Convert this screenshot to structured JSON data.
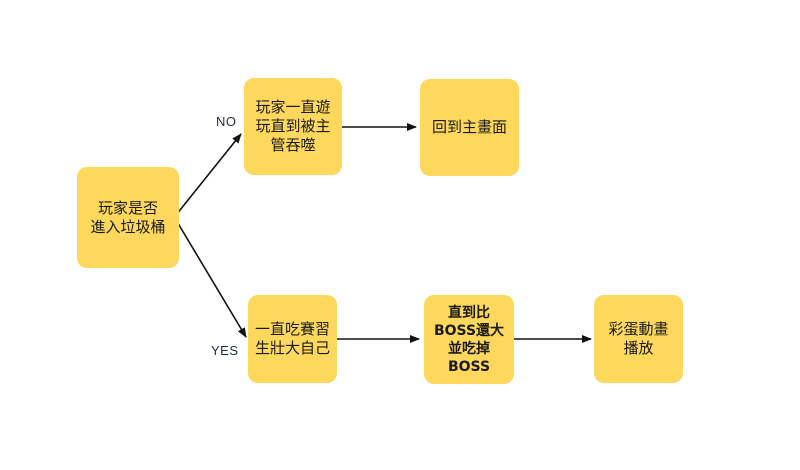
{
  "nodes": {
    "start": {
      "text": "玩家是否\n進入垃圾桶"
    },
    "no_branch": {
      "text": "玩家一直遊\n玩直到被主\n管吞噬"
    },
    "no_end": {
      "text": "回到主畫面"
    },
    "yes_branch": {
      "text": "一直吃賽習\n生壯大自己"
    },
    "yes_mid": {
      "text": "直到比\nBOSS還大\n並吃掉\nBOSS"
    },
    "yes_end": {
      "text": "彩蛋動畫\n播放"
    }
  },
  "edges": {
    "no_label": "NO",
    "yes_label": "YES"
  },
  "colors": {
    "node_fill": "#fdd85d",
    "arrow": "#111111"
  }
}
